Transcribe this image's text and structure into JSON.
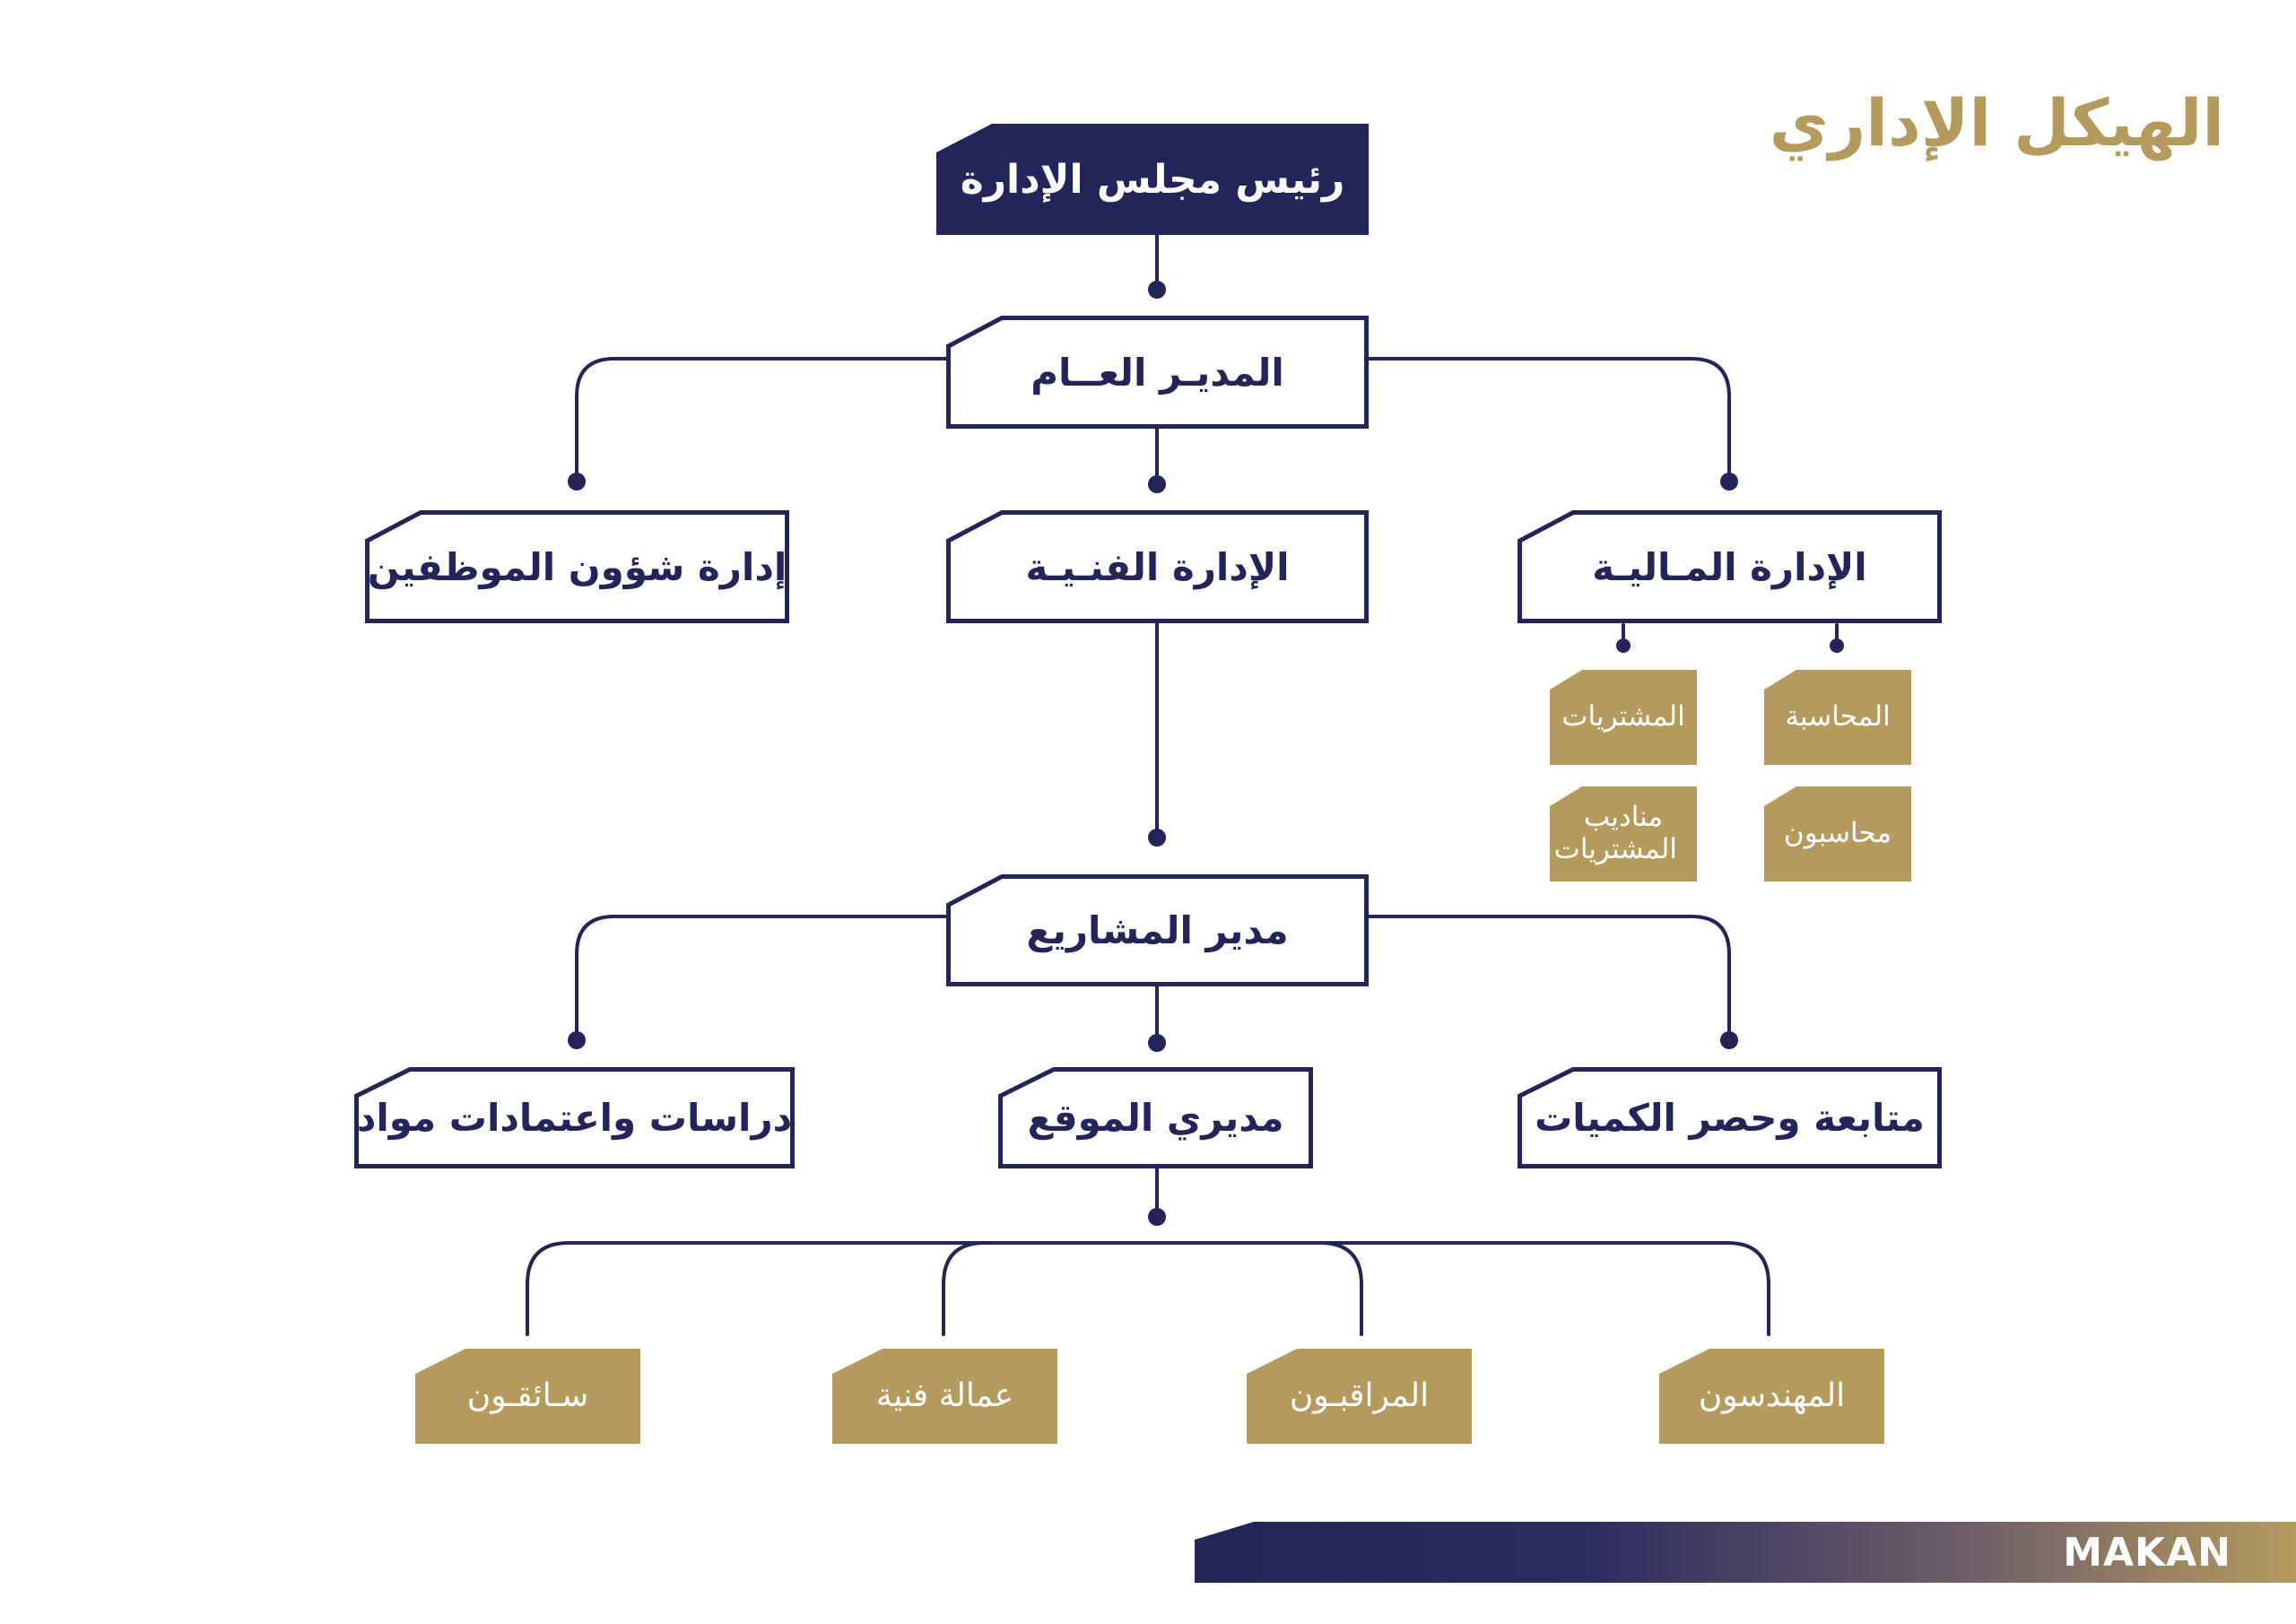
{
  "title": "الهيكل الإداري",
  "brand": "MAKAN",
  "colors": {
    "navy": "#23245a",
    "gold": "#b59a5e",
    "line": "#23245a",
    "white": "#ffffff"
  },
  "nodes": {
    "chairman": "رئيس مجلس الإدارة",
    "general_manager": "المديـر العــام",
    "financial_admin": "الإدارة المـاليـة",
    "technical_admin": "الإدارة الفنـيـة",
    "hr_admin": "إدارة شؤون الموظفين",
    "purchases": "المشتريات",
    "accounting": "المحاسبة",
    "purchase_reps": "مناديب المشتريات",
    "accountants": "محاسبون",
    "projects_manager": "مدير المشاريع",
    "quantity_survey": "متابعة وحصر الكميات",
    "site_managers": "مديري الموقع",
    "materials_studies": "دراسات واعتمادات مواد",
    "engineers": "المهندسون",
    "supervisors": "المراقبـون",
    "technical_labor": "عمالة فنية",
    "drivers": "سـائقـون"
  }
}
